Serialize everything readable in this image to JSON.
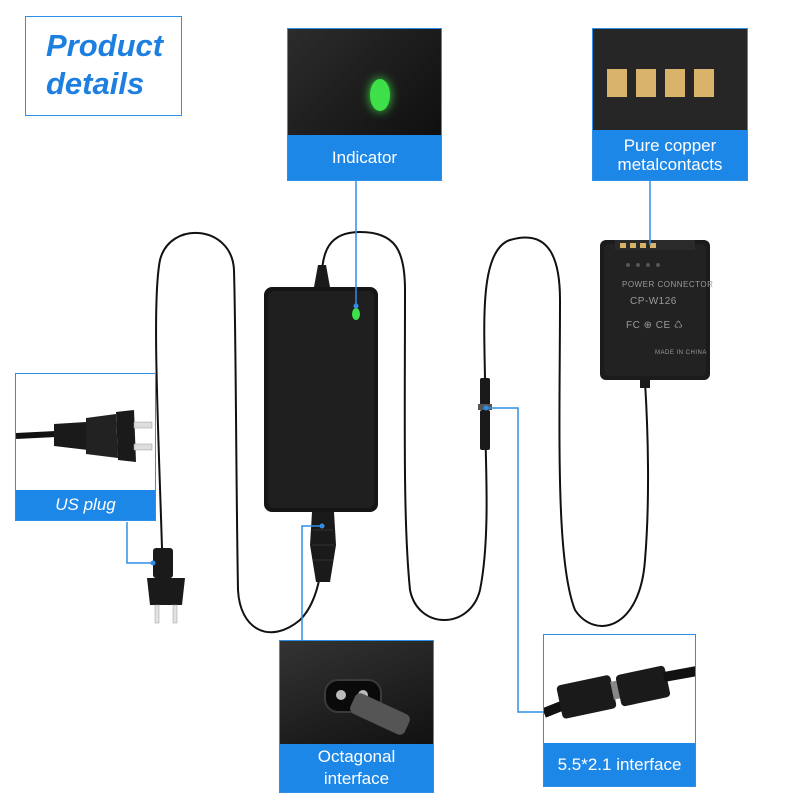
{
  "title": {
    "line1": "Product",
    "line2": "details"
  },
  "callouts": {
    "indicator": {
      "label": "Indicator"
    },
    "copper": {
      "label_line1": "Pure copper",
      "label_line2": "metalcontacts"
    },
    "us_plug": {
      "label": "US plug"
    },
    "octagonal": {
      "label_line1": "Octagonal",
      "label_line2": "interface"
    },
    "dc": {
      "label": "5.5*2.1 interface"
    }
  },
  "dummy_battery": {
    "line1": "POWER CONNECTOR",
    "line2": "CP-W126",
    "marks": "FC ⊕ CE ♺",
    "made_in": "MADE IN CHINA"
  },
  "colors": {
    "accent": "#1d87e8",
    "indicator_led": "#3de048",
    "contact_gold": "#d9b36a"
  }
}
